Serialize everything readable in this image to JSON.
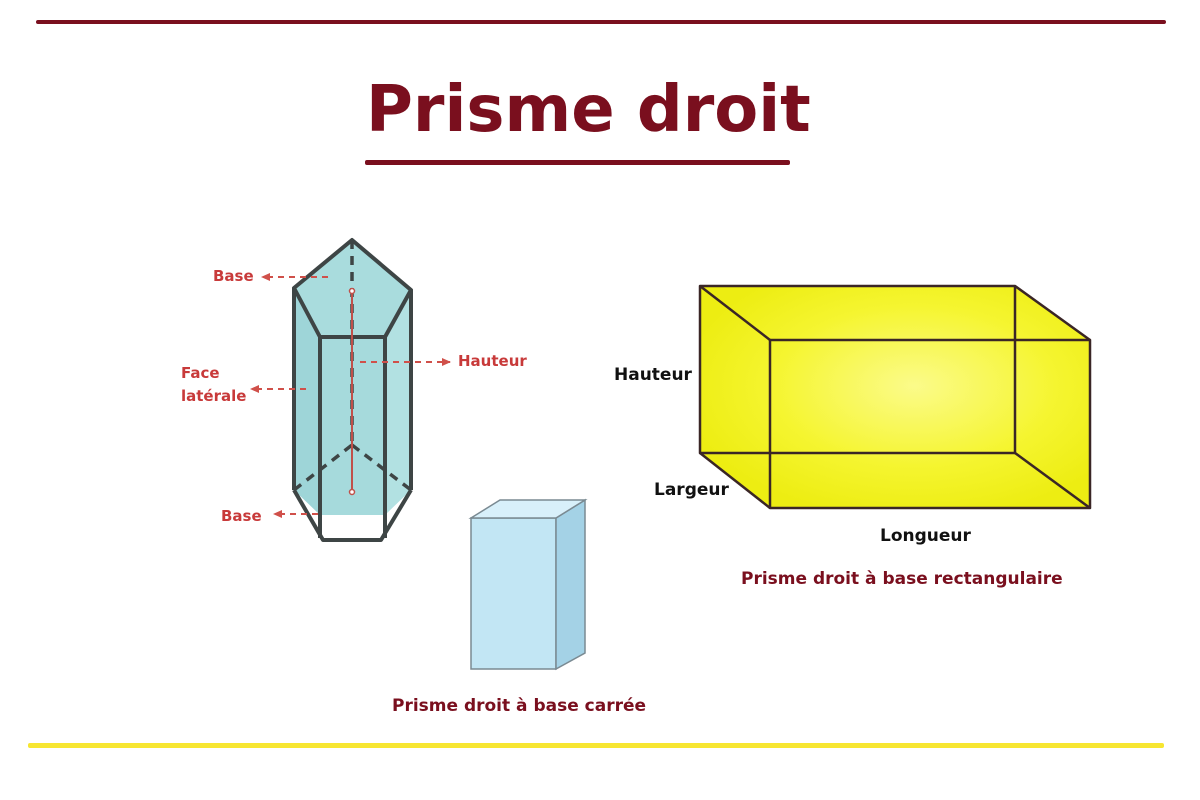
{
  "title": "Prisme droit",
  "pentagonal_prism": {
    "labels": {
      "base_top": "Base",
      "face_line1": "Face",
      "face_line2": "latérale",
      "hauteur": "Hauteur",
      "base_bottom": "Base"
    }
  },
  "square_prism": {
    "caption": "Prisme droit à base carrée"
  },
  "rectangular_prism": {
    "labels": {
      "hauteur": "Hauteur",
      "largeur": "Largeur",
      "longueur": "Longueur"
    },
    "caption": "Prisme droit à base rectangulaire"
  },
  "colors": {
    "accent": "#7a0f1e",
    "annotation": "#c83a3a",
    "pentagon_fill": "#a8dcdc",
    "square_prism_fill": "#c2e6f4",
    "rect_prism_fill": "#f5f51a",
    "bottom_rule": "#f7e631"
  }
}
